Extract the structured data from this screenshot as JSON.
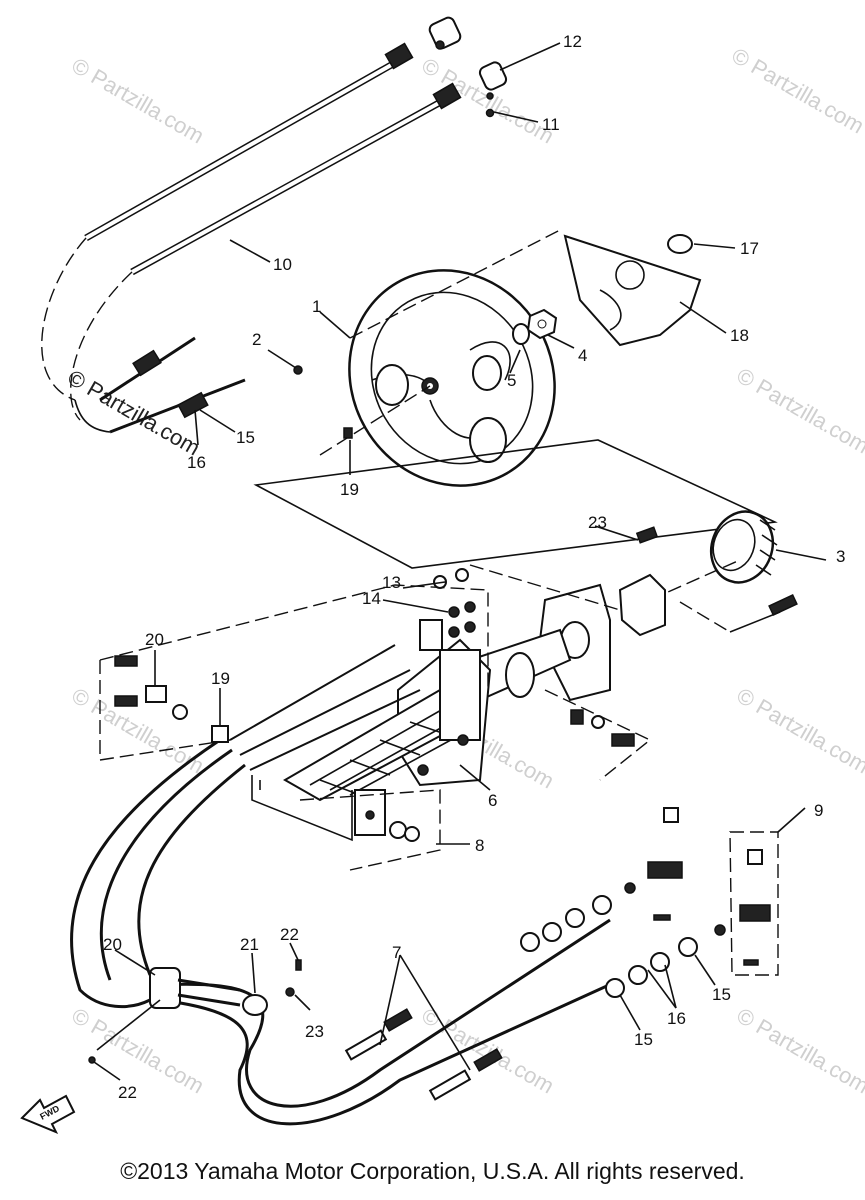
{
  "callouts": {
    "c1": "1",
    "c2": "2",
    "c3": "3",
    "c4": "4",
    "c5": "5",
    "c6": "6",
    "c7": "7",
    "c8": "8",
    "c9": "9",
    "c10": "10",
    "c11": "11",
    "c12": "12",
    "c13": "13",
    "c14": "14",
    "c15a": "15",
    "c15b": "15",
    "c15c": "15",
    "c16a": "16",
    "c16b": "16",
    "c17": "17",
    "c18": "18",
    "c19a": "19",
    "c19b": "19",
    "c20a": "20",
    "c20b": "20",
    "c21": "21",
    "c22a": "22",
    "c22b": "22",
    "c23a": "23",
    "c23b": "23"
  },
  "watermark": "© Partzilla.com",
  "fwd_label": "FWD",
  "copyright": "©2013 Yamaha Motor Corporation, U.S.A. All rights reserved."
}
